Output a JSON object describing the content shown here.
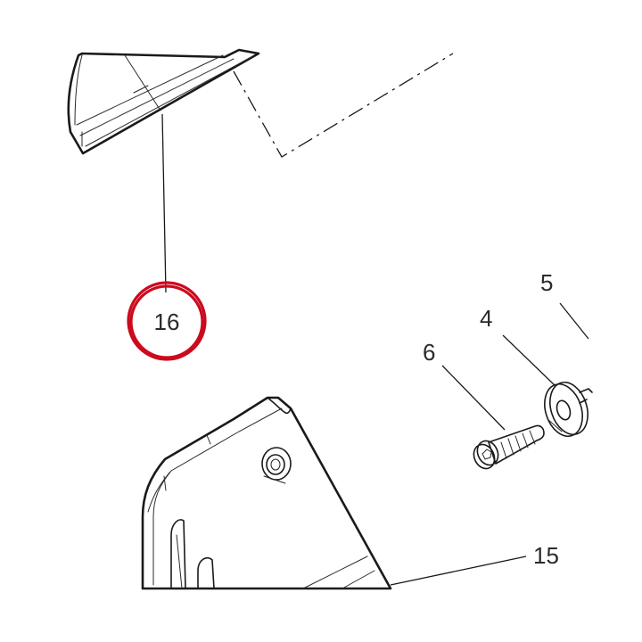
{
  "callouts": {
    "part_16": "16",
    "part_6": "6",
    "part_4": "4",
    "part_5": "5",
    "part_15": "15"
  },
  "highlight": {
    "target": "16",
    "color": "#cc0a1e"
  }
}
